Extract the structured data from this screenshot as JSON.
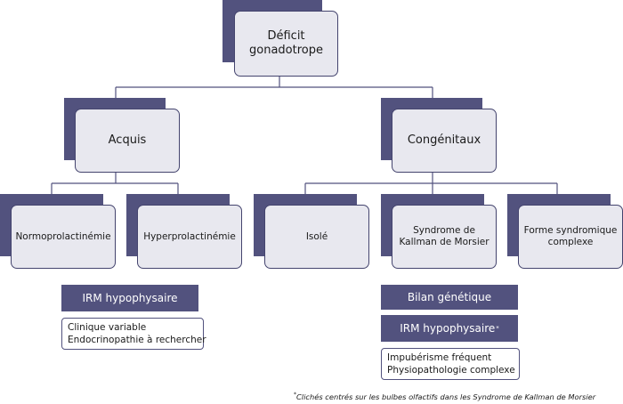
{
  "root": {
    "line1": "Déficit",
    "line2": "gonadotrope"
  },
  "acquis": {
    "label": "Acquis"
  },
  "congenitaux": {
    "label": "Congénitaux"
  },
  "normo": {
    "label": "Normoprolactinémie"
  },
  "hyper": {
    "label": "Hyperprolactinémie"
  },
  "isole": {
    "label": "Isolé"
  },
  "kallman": {
    "line1": "Syndrome de",
    "line2": "Kallman de Morsier"
  },
  "syndromique": {
    "line1": "Forme syndromique",
    "line2": "complexe"
  },
  "left_bar": {
    "label": "IRM hypophysaire"
  },
  "left_note": {
    "line1": "Clinique variable",
    "line2": "Endocrinopathie à rechercher"
  },
  "right_bar1": {
    "label": "Bilan génétique"
  },
  "right_bar2": {
    "label": "IRM hypophysaire",
    "mark": "*"
  },
  "right_note": {
    "line1": "Impubérisme fréquent",
    "line2": "Physiopathologie complexe"
  },
  "footnote": {
    "mark": "*",
    "text": "Clichés centrés sur les bulbes olfactifs dans les Syndrome de Kallman de Morsier"
  },
  "colors": {
    "dark": "#52527e",
    "light": "#e8e8ef",
    "border": "#44446e"
  }
}
